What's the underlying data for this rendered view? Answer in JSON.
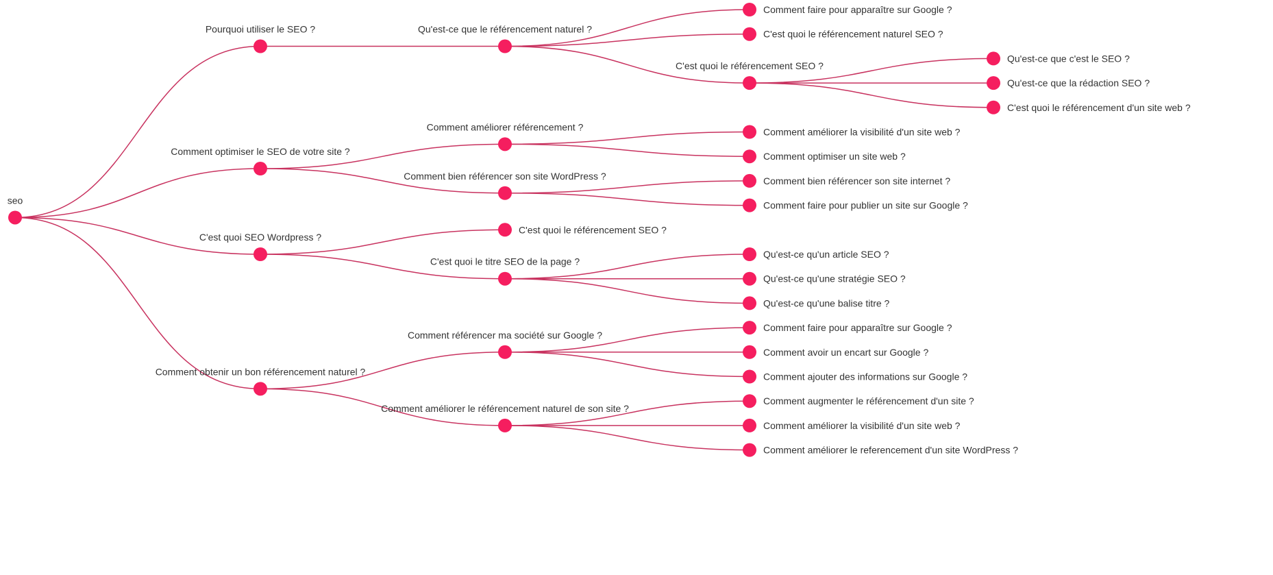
{
  "colors": {
    "node": "#f51e5f",
    "link": "#c8325f",
    "label": "#333333",
    "background": "#ffffff"
  },
  "tree": {
    "label": "seo",
    "children": [
      {
        "label": "Pourquoi utiliser le SEO ?",
        "children": [
          {
            "label": "Qu'est-ce que le référencement naturel ?",
            "children": [
              {
                "label": "Comment faire pour apparaître sur Google ?"
              },
              {
                "label": "C'est quoi le référencement naturel SEO ?"
              },
              {
                "label": "C'est quoi le référencement SEO ?",
                "children": [
                  {
                    "label": "Qu'est-ce que c'est le SEO ?"
                  },
                  {
                    "label": "Qu'est-ce que la rédaction SEO ?"
                  },
                  {
                    "label": "C'est quoi le référencement d'un site web ?"
                  }
                ]
              }
            ]
          }
        ]
      },
      {
        "label": "Comment optimiser le SEO de votre site ?",
        "children": [
          {
            "label": "Comment améliorer référencement ?",
            "children": [
              {
                "label": "Comment améliorer la visibilité d'un site web ?"
              },
              {
                "label": "Comment optimiser un site web ?"
              }
            ]
          },
          {
            "label": "Comment bien référencer son site WordPress ?",
            "children": [
              {
                "label": "Comment bien référencer son site internet ?"
              },
              {
                "label": "Comment faire pour publier un site sur Google ?"
              }
            ]
          }
        ]
      },
      {
        "label": "C'est quoi SEO Wordpress ?",
        "children": [
          {
            "label": "C'est quoi le référencement SEO ?"
          },
          {
            "label": "C'est quoi le titre SEO de la page ?",
            "children": [
              {
                "label": "Qu'est-ce qu'un article SEO ?"
              },
              {
                "label": "Qu'est-ce qu'une stratégie SEO ?"
              },
              {
                "label": "Qu'est-ce qu'une balise titre ?"
              }
            ]
          }
        ]
      },
      {
        "label": "Comment obtenir un bon référencement naturel ?",
        "children": [
          {
            "label": "Comment référencer ma société sur Google ?",
            "children": [
              {
                "label": "Comment faire pour apparaître sur Google ?"
              },
              {
                "label": "Comment avoir un encart sur Google ?"
              },
              {
                "label": "Comment ajouter des informations sur Google ?"
              }
            ]
          },
          {
            "label": "Comment améliorer le référencement naturel de son site ?",
            "children": [
              {
                "label": "Comment augmenter le référencement d'un site ?"
              },
              {
                "label": "Comment améliorer la visibilité d'un site web ?"
              },
              {
                "label": "Comment améliorer le referencement d'un site WordPress ?"
              }
            ]
          }
        ]
      }
    ]
  }
}
